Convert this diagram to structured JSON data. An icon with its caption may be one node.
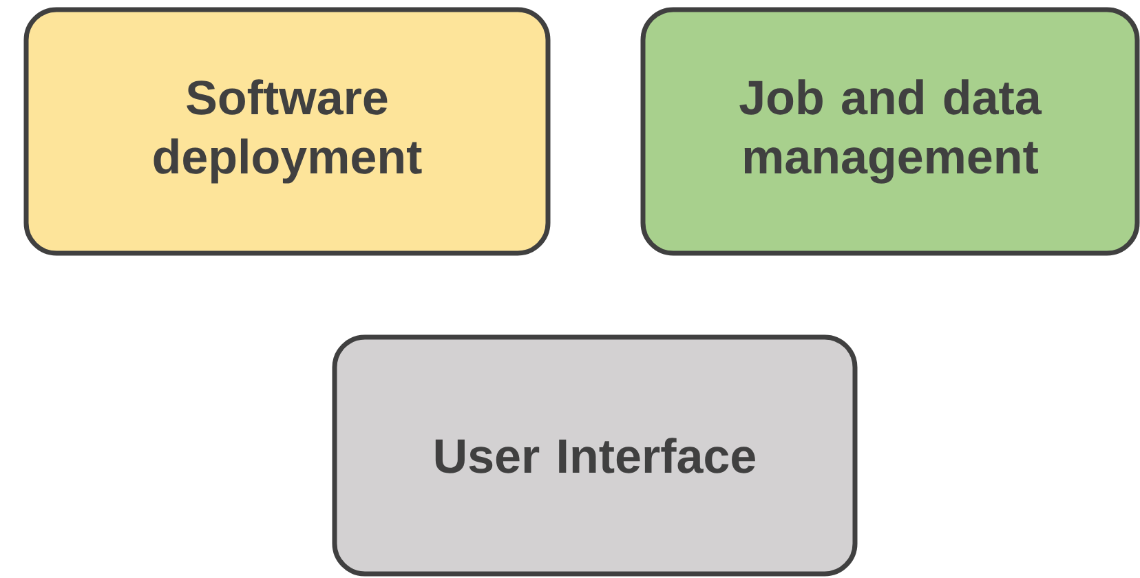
{
  "diagram": {
    "nodes": [
      {
        "text": [
          "Software deployment"
        ]
      },
      {
        "text": [
          "Job and data management"
        ]
      },
      {
        "text": [
          "User Interface"
        ]
      }
    ]
  }
}
